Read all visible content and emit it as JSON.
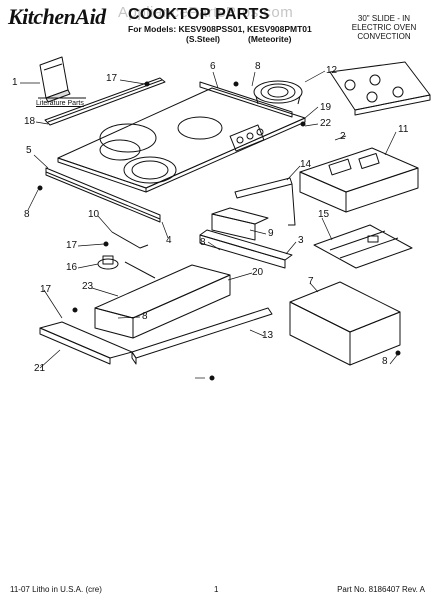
{
  "header": {
    "brand": "KitchenAid",
    "title": "COOKTOP PARTS",
    "models_line": "For Models: KESV908PSS01, KESV908PMT01",
    "variant_ss": "(S.Steel)",
    "variant_mt": "(Meteorite)",
    "corner_lines": [
      "30\" SLIDE - IN",
      "ELECTRIC OVEN",
      "CONVECTION"
    ]
  },
  "watermark": "AppliancePartsPros.com",
  "literature_label": "Literature Parts",
  "callouts": [
    "1",
    "17",
    "6",
    "8",
    "12",
    "18",
    "5",
    "8",
    "19",
    "22",
    "2",
    "11",
    "14",
    "10",
    "17",
    "16",
    "9",
    "3",
    "15",
    "4",
    "8",
    "20",
    "7",
    "23",
    "8",
    "17",
    "13",
    "21",
    "8"
  ],
  "footer": {
    "left": "11-07 Litho in U.S.A. (cre)",
    "center": "1",
    "right": "Part No. 8186407 Rev. A"
  }
}
